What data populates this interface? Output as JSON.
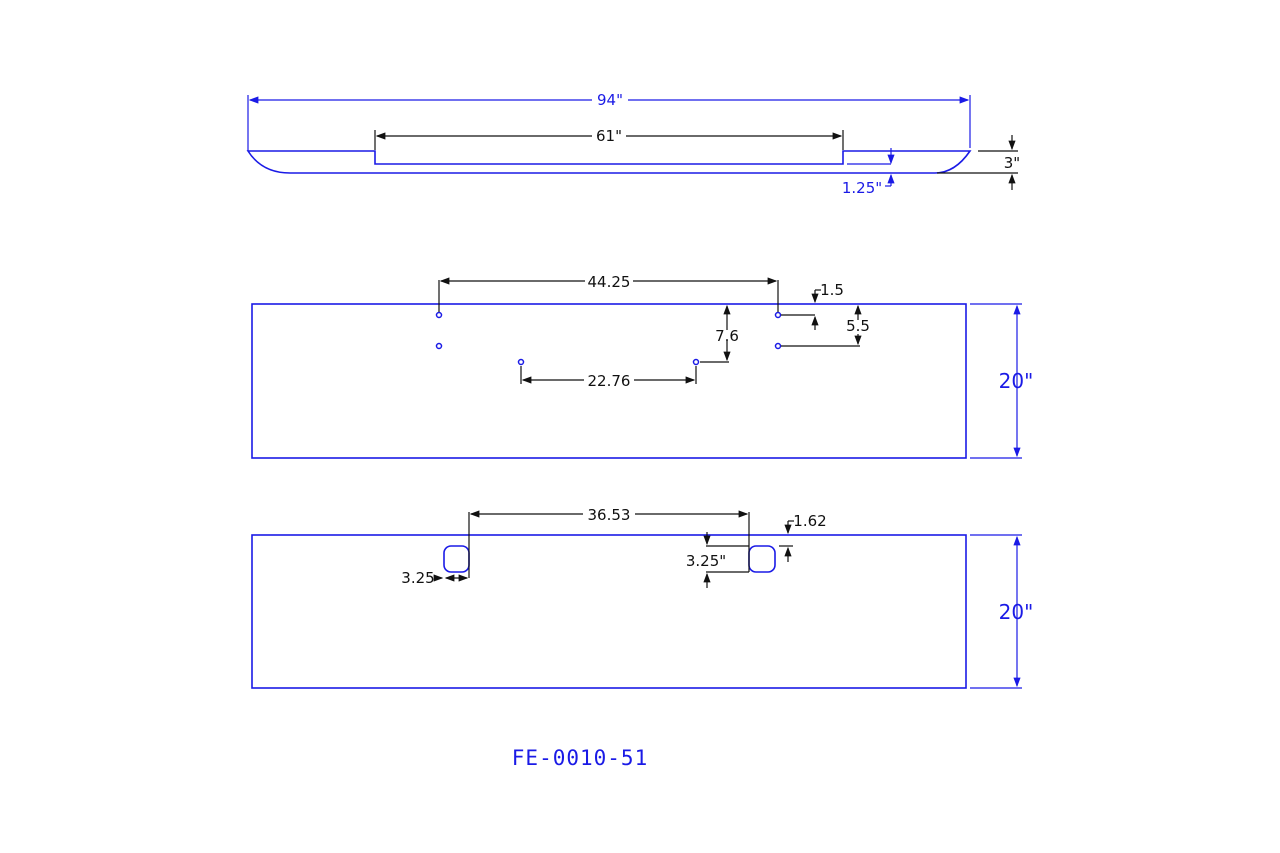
{
  "drawing": {
    "part_number": "FE-0010-51",
    "colors": {
      "part": "#1a1ae6",
      "dimension": "#111111"
    },
    "side_profile": {
      "overall_length": "94\"",
      "recess_length": "61\"",
      "height": "3\"",
      "step": "1.25\""
    },
    "hole_panel": {
      "hole_spacing_horizontal": "44.25",
      "inner_hole_spacing": "22.76",
      "top_offset": "1.5",
      "vertical_spacing": "5.5",
      "inner_hole_depth": "7.6",
      "height": "20\""
    },
    "slot_panel": {
      "slot_spacing": "36.53",
      "top_offset": "1.62",
      "slot_width": "3.25",
      "slot_height": "3.25\"",
      "height": "20\""
    }
  }
}
